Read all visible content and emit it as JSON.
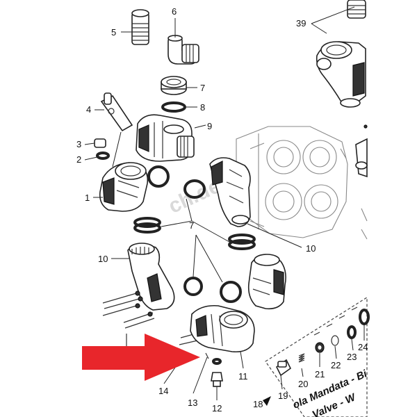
{
  "callouts": [
    {
      "id": "c1",
      "label": "1"
    },
    {
      "id": "c2",
      "label": "2"
    },
    {
      "id": "c3",
      "label": "3"
    },
    {
      "id": "c4",
      "label": "4"
    },
    {
      "id": "c5",
      "label": "5"
    },
    {
      "id": "c6",
      "label": "6"
    },
    {
      "id": "c7a",
      "label": "7"
    },
    {
      "id": "c7b",
      "label": "7"
    },
    {
      "id": "c8",
      "label": "8"
    },
    {
      "id": "c9",
      "label": "9"
    },
    {
      "id": "c10a",
      "label": "10"
    },
    {
      "id": "c10b",
      "label": "10"
    },
    {
      "id": "c11",
      "label": "11"
    },
    {
      "id": "c12",
      "label": "12"
    },
    {
      "id": "c13",
      "label": "13"
    },
    {
      "id": "c14",
      "label": "14"
    },
    {
      "id": "c18",
      "label": "18"
    },
    {
      "id": "c19",
      "label": "19"
    },
    {
      "id": "c20",
      "label": "20"
    },
    {
      "id": "c21",
      "label": "21"
    },
    {
      "id": "c22",
      "label": "22"
    },
    {
      "id": "c23",
      "label": "23"
    },
    {
      "id": "c24",
      "label": "24"
    },
    {
      "id": "c39",
      "label": "39"
    }
  ],
  "strip": {
    "line1": "ola Mandata - Bi",
    "line2": "Valve - W"
  },
  "watermark": "ch.de",
  "colors": {
    "arrow": "#e8262b",
    "line": "#222222"
  },
  "icons": {
    "arrow": "red-arrow-icon"
  }
}
